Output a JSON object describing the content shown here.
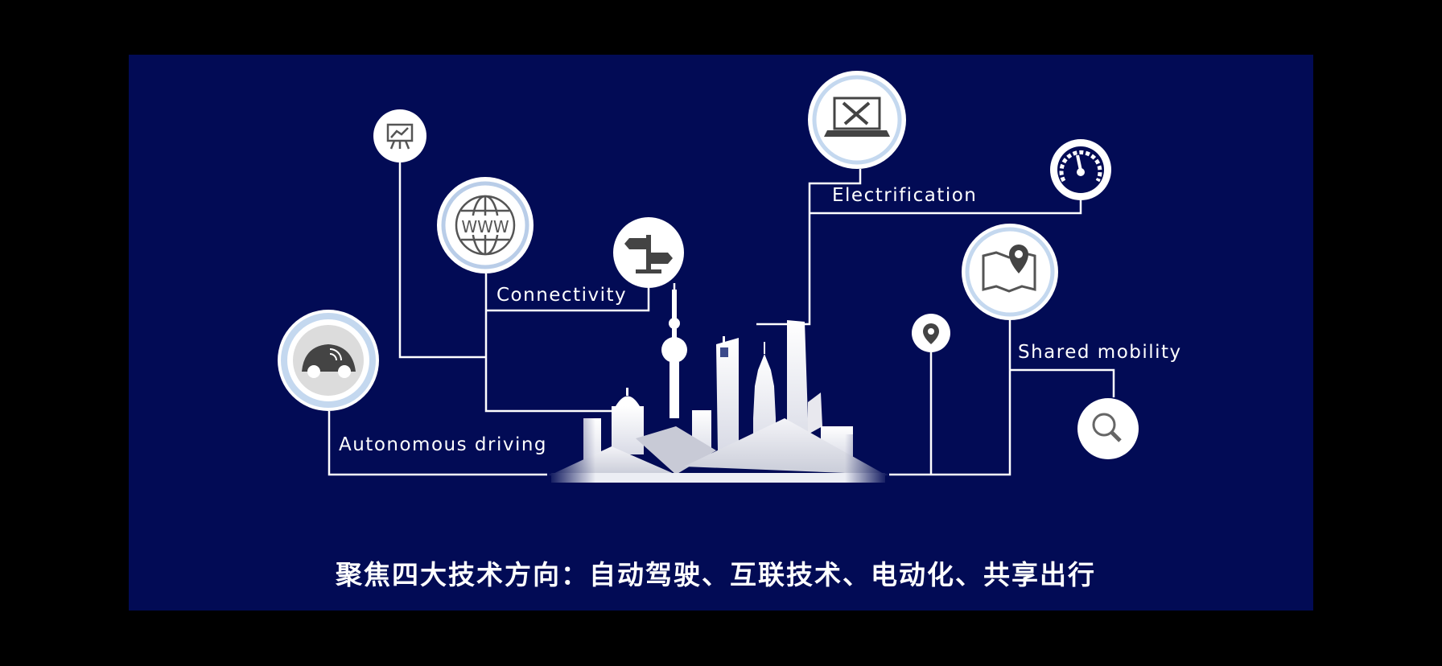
{
  "colors": {
    "background": "#000000",
    "panel": "#020b55",
    "line": "#ffffff",
    "icon_fill": "#ffffff",
    "icon_ring": "#b9cde8",
    "icon_glyph": "#4a4a4a"
  },
  "labels": {
    "autonomous": "Autonomous driving",
    "connectivity": "Connectivity",
    "electrification": "Electrification",
    "shared": "Shared mobility"
  },
  "caption": "聚焦四大技术方向：自动驾驶、互联技术、电动化、共享出行",
  "nodes": [
    {
      "id": "presentation-chart",
      "icon": "presentation-chart-icon"
    },
    {
      "id": "www-globe",
      "icon": "globe-www-icon"
    },
    {
      "id": "signpost",
      "icon": "signpost-icon"
    },
    {
      "id": "autonomous-car",
      "icon": "connected-car-icon"
    },
    {
      "id": "laptop-tools",
      "icon": "laptop-tools-icon"
    },
    {
      "id": "speedometer",
      "icon": "speedometer-icon"
    },
    {
      "id": "map-pin",
      "icon": "map-pin-icon"
    },
    {
      "id": "location-pin",
      "icon": "location-pin-icon"
    },
    {
      "id": "search",
      "icon": "search-icon"
    }
  ]
}
